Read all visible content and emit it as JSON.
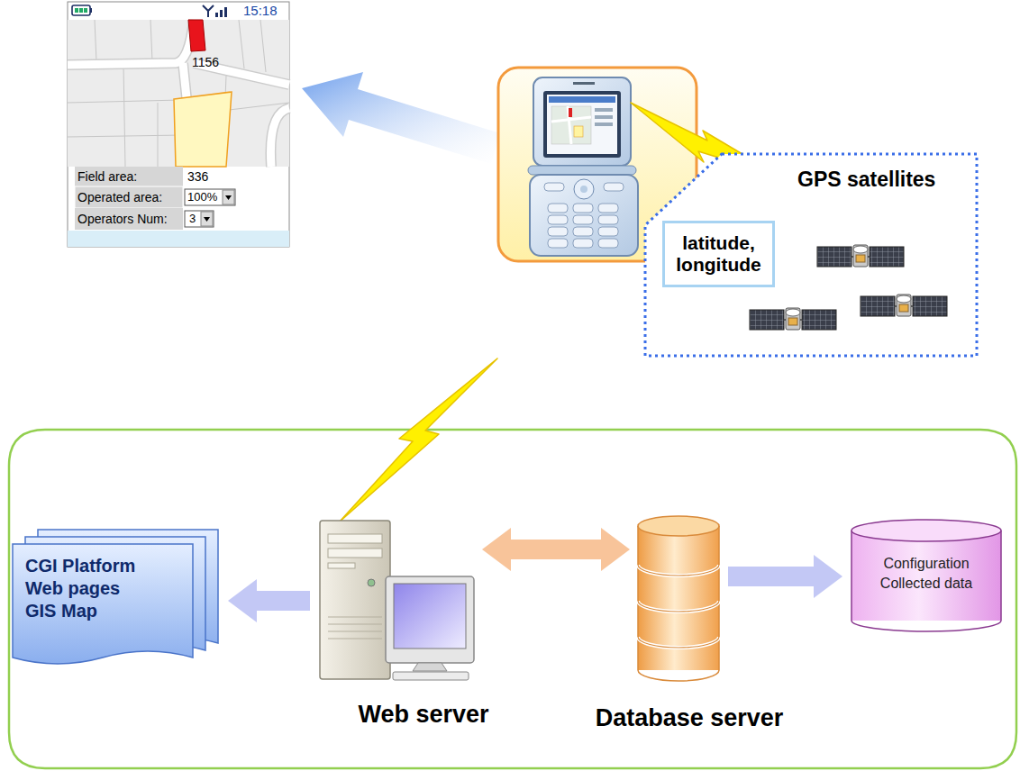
{
  "diagram": {
    "nodes": [
      {
        "text": [
          "15:18",
          "1156",
          "Field area:",
          "336",
          "Operated area:",
          "100%",
          "Operators Num:",
          "3"
        ]
      },
      {
        "text": [
          "GPS satellites"
        ]
      },
      {
        "text": [
          "latitude, longitude"
        ],
        "in": 1
      },
      {
        "text": [
          "CGI Platform Web pages GIS Map"
        ]
      },
      {
        "text": [
          "Web server"
        ]
      },
      {
        "text": [
          "Database server"
        ]
      },
      {
        "text": [
          "Configuration Collected data"
        ]
      }
    ],
    "edges": [
      {
        "from": 4,
        "to": 3,
        "arrow": "to"
      },
      {
        "from": 4,
        "to": 5,
        "arrow": "both"
      },
      {
        "from": 5,
        "to": 6,
        "arrow": "to"
      }
    ]
  }
}
